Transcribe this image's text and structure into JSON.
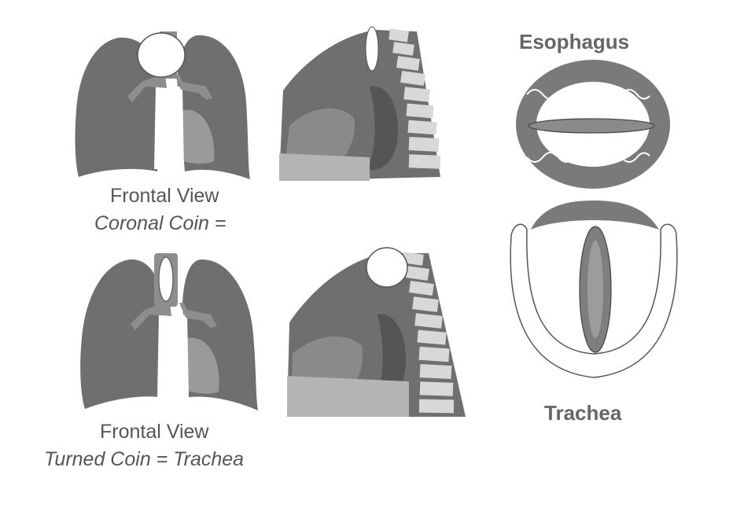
{
  "labels": {
    "esophagus": "Esophagus",
    "trachea": "Trachea",
    "top_view": "Frontal View",
    "top_note": "Coronal Coin =",
    "bottom_view": "Frontal View",
    "bottom_note": "Turned Coin = Trachea"
  },
  "colors": {
    "lung": "#6f6f6f",
    "heart": "#9a9a9a",
    "airway": "#8e8e8e",
    "spine": "#d8d8d8",
    "abdomen": "#b4b4b4",
    "coin": "#ffffff",
    "text": "#555555"
  }
}
